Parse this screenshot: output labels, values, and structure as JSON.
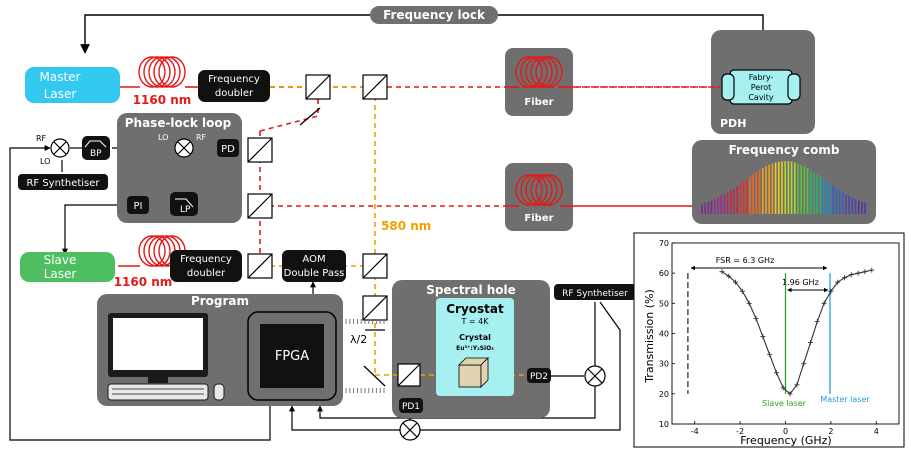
{
  "diagram": {
    "frequency_lock": "Frequency lock",
    "master_laser": [
      "Master",
      "Laser"
    ],
    "slave_laser": [
      "Slave",
      "Laser"
    ],
    "master_wavelength": "1160 nm",
    "slave_wavelength": "1160 nm",
    "doubler_top": [
      "Frequency",
      "doubler"
    ],
    "doubler_bottom": [
      "Frequency",
      "doubler"
    ],
    "fiber_top": "Fiber",
    "fiber_bottom": "Fiber",
    "pdh": "PDH",
    "cavity": [
      "Fabry-",
      "Perot",
      "Cavity"
    ],
    "frequency_comb": "Frequency comb",
    "phase_lock_loop": "Phase-lock loop",
    "pd": "PD",
    "pi": "PI",
    "lp": "LP",
    "bp": "BP",
    "rf_label": "RF",
    "lo_label": "LO",
    "rf_synth_left": "RF Synthetiser",
    "rf_synth_right": "RF Synthetiser",
    "aom": [
      "AOM",
      "Double Pass"
    ],
    "wavelength_580": "580 nm",
    "lambda_half": "λ/2",
    "program": "Program",
    "fpga": "FPGA",
    "spectral_hole": "Spectral hole",
    "cryostat": "Cryostat",
    "cryostat_temp": "T = 4K",
    "crystal": "Crystal",
    "crystal_formula": "Eu³⁺:Y₂SiO₅",
    "pd1": "PD1",
    "pd2": "PD2"
  },
  "chart_data": {
    "type": "line",
    "xlabel": "Frequency (GHz)",
    "ylabel": "Transmission (%)",
    "xlim": [
      -5,
      5
    ],
    "ylim": [
      10,
      70
    ],
    "xticks": [
      -4,
      -2,
      0,
      2,
      4
    ],
    "yticks": [
      10,
      20,
      30,
      40,
      50,
      60,
      70
    ],
    "grid": false,
    "x": [
      -2.8,
      -2.5,
      -2.2,
      -1.9,
      -1.6,
      -1.3,
      -1.0,
      -0.7,
      -0.4,
      -0.1,
      0.2,
      0.5,
      0.8,
      1.1,
      1.4,
      1.7,
      2.0,
      2.3,
      2.6,
      2.9,
      3.2,
      3.5,
      3.8
    ],
    "y": [
      60.5,
      59,
      57,
      54,
      50,
      45,
      39,
      33,
      27,
      22,
      20,
      23,
      30,
      37,
      44,
      50,
      54,
      57,
      58.5,
      59.5,
      60,
      60.5,
      61
    ],
    "annotations": {
      "fsr": "FSR = 6.3 GHz",
      "gap": "1.96 GHz",
      "slave": "Slave laser",
      "master": "Master laser"
    },
    "markers": {
      "fsr_start": -4.3,
      "slave": 0,
      "master": 1.96
    },
    "colors": {
      "curve": "#333333",
      "slave": "#2ca02c",
      "master": "#1f9fe0"
    }
  },
  "colors": {
    "master": "#33c8f0",
    "slave": "#4dbf60",
    "red": "#e21a1a",
    "orange": "#f0a000",
    "gray": "#6f6f6f",
    "cyan": "#a6f0f2"
  }
}
